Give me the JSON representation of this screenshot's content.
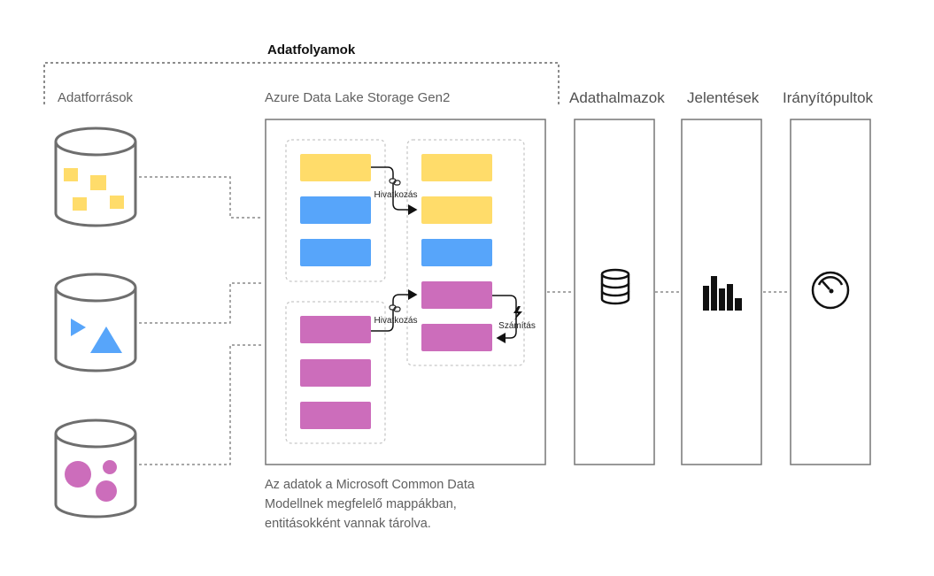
{
  "title": "Adatfolyamok",
  "sections": {
    "sources": "Adatforrások",
    "storage": "Azure Data Lake Storage Gen2",
    "datasets": "Adathalmazok",
    "reports": "Jelentések",
    "dashboards": "Irányítópultok"
  },
  "link_label_1": "Hivatkozás",
  "link_label_2": "Hivatkozás",
  "compute_label": "Számítás",
  "description": {
    "line1": "Az adatok a Microsoft Common Data",
    "line2": "Modellnek megfelelő mappákban,",
    "line3": "entitásokként vannak tárolva."
  },
  "colors": {
    "yellow": "#ffdc6a",
    "blue": "#57a5fa",
    "pink": "#cc6dbb",
    "outline": "#6e6e6e",
    "dashed": "#8a8a8a"
  },
  "icons": {
    "datasets": "database-icon",
    "reports": "bar-chart-icon",
    "dashboards": "gauge-icon",
    "link": "link-icon",
    "compute": "lightning-icon"
  }
}
